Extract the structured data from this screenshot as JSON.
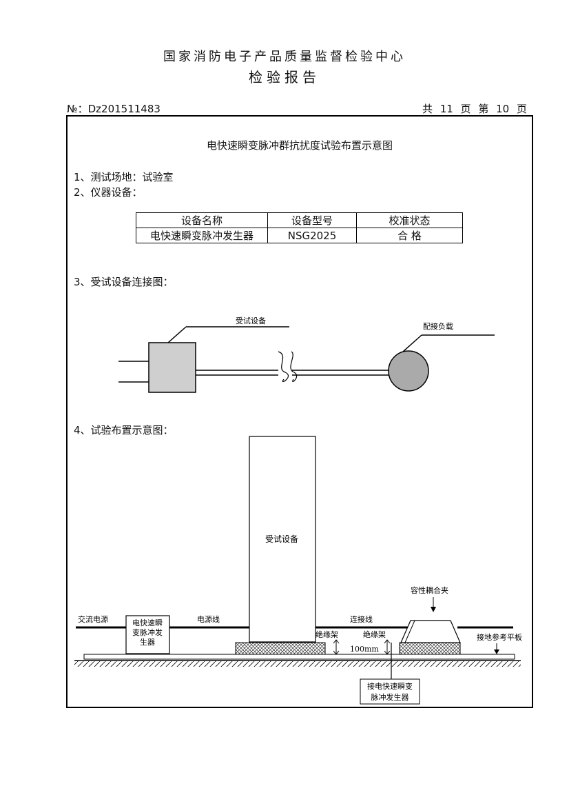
{
  "header": {
    "organization": "国家消防电子产品质量监督检验中心",
    "report_title": "检验报告",
    "report_no": "№：Dz201511483",
    "pages": "共 11 页   第 10 页"
  },
  "section_title": "电快速瞬变脉冲群抗扰度试验布置示意图",
  "items": {
    "site": "1、测试场地：试验室",
    "instruments": "2、仪器设备：",
    "connection": "3、受试设备连接图：",
    "layout": "4、试验布置示意图："
  },
  "equipment_table": {
    "headers": [
      "设备名称",
      "设备型号",
      "校准状态"
    ],
    "rows": [
      [
        "电快速瞬变脉冲发生器",
        "NSG2025",
        "合 格"
      ]
    ]
  },
  "connection_diagram": {
    "eut_label": "受试设备",
    "load_label": "配接负载"
  },
  "layout_diagram": {
    "eut_label": "受试设备",
    "clamp_label": "容性耦合夹",
    "ac_source": "交流电源",
    "generator_lines": [
      "电快速瞬",
      "变脉冲发",
      "生器"
    ],
    "power_line": "电源线",
    "connecting_line": "连接线",
    "insulator_1": "绝缘架",
    "insulator_2": "绝缘架",
    "height": "100mm",
    "ground_plane": "接地参考平板",
    "to_generator_lines": [
      "接电快速瞬变",
      "脉冲发生器"
    ]
  }
}
